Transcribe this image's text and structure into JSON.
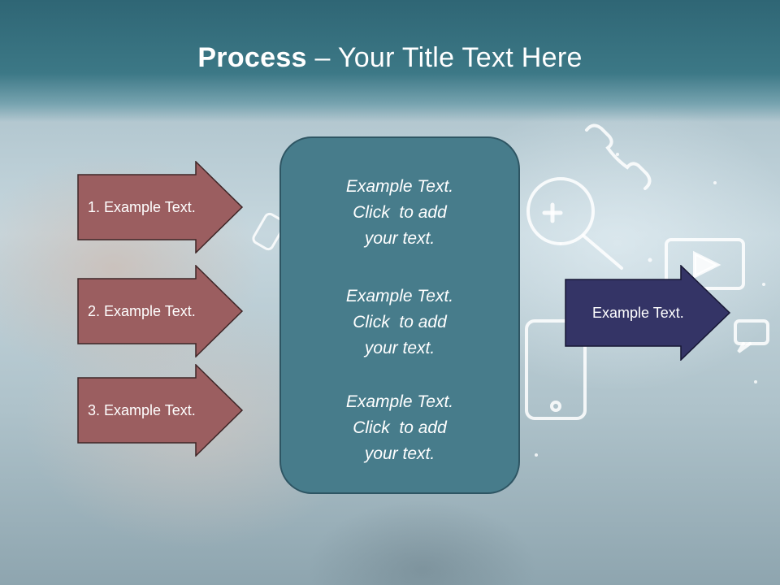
{
  "title": {
    "bold": "Process",
    "rest": " – Your Title Text Here"
  },
  "left_arrows": [
    {
      "label": "1. Example Text."
    },
    {
      "label": "2. Example Text."
    },
    {
      "label": "3. Example Text."
    }
  ],
  "center_blocks": [
    {
      "line1": "Example Text.",
      "line2": "Click  to add",
      "line3": "your text."
    },
    {
      "line1": "Example Text.",
      "line2": "Click  to add",
      "line3": "your text."
    },
    {
      "line1": "Example Text.",
      "line2": "Click  to add",
      "line3": "your text."
    }
  ],
  "right_arrow": {
    "label": "Example Text."
  },
  "colors": {
    "left_arrow_fill": "#9b5e60",
    "right_arrow_fill": "#343466",
    "center_fill": "#477c8b",
    "title_band": "#2f6675"
  },
  "icons": [
    "phone-icon",
    "search-icon",
    "play-icon",
    "chat-icon",
    "mobile-icon"
  ]
}
